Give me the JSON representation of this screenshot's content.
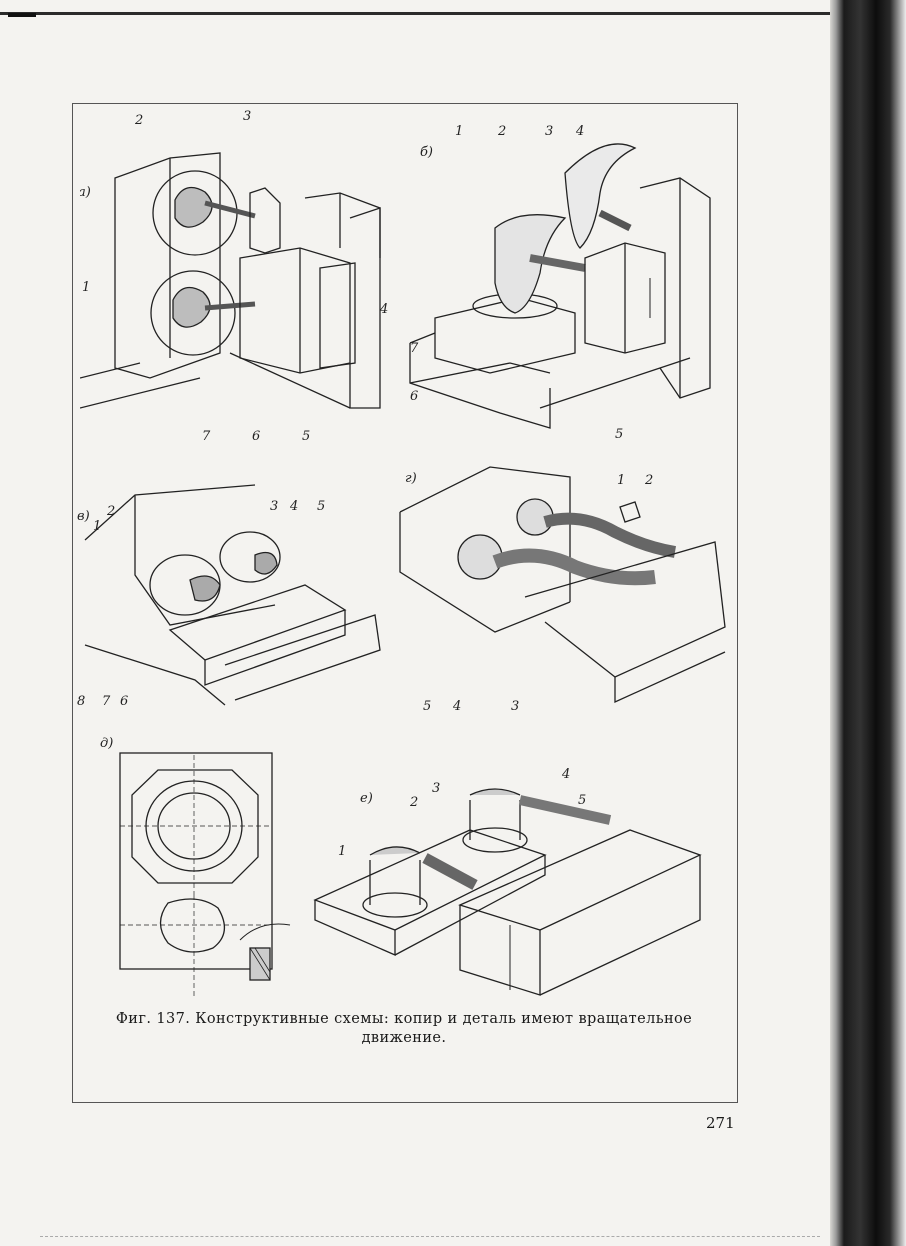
{
  "figure": {
    "caption_line1": "Фиг. 137. Конструктивные схемы: копир и деталь имеют вращательное",
    "caption_line2": "движение."
  },
  "page_number": "271",
  "panels": {
    "a": {
      "letter": "а)",
      "labels": [
        "1",
        "2",
        "3",
        "4",
        "5",
        "6",
        "7",
        "7",
        "6",
        "5"
      ]
    },
    "b": {
      "letter": "б)",
      "labels": [
        "1",
        "2",
        "3",
        "4",
        "5",
        "6",
        "7"
      ]
    },
    "v": {
      "letter": "в)",
      "labels": [
        "1",
        "2",
        "3",
        "4",
        "5",
        "6",
        "7",
        "8"
      ]
    },
    "g": {
      "letter": "г)",
      "labels": [
        "1",
        "2",
        "3",
        "4",
        "5"
      ]
    },
    "d": {
      "letter": "д)"
    },
    "e": {
      "letter": "е)",
      "labels": [
        "1",
        "2",
        "3",
        "4",
        "5"
      ]
    }
  }
}
